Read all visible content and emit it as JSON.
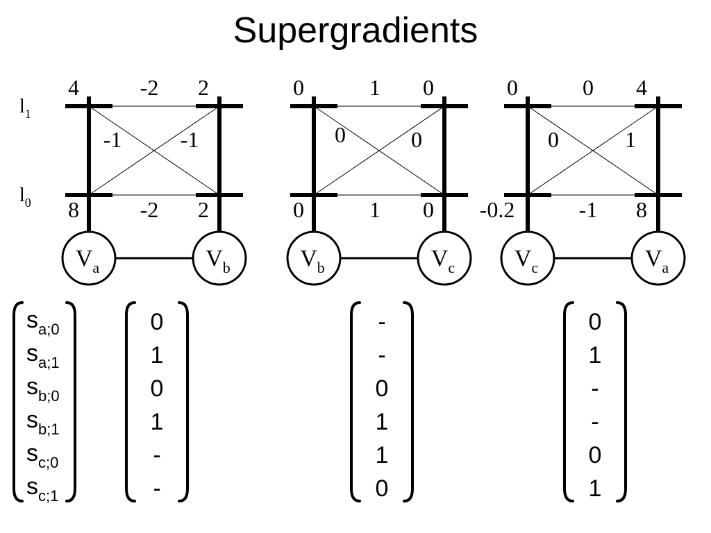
{
  "title": "Supergradients",
  "row_labels": {
    "top": {
      "base": "l",
      "sub": "1"
    },
    "bottom": {
      "base": "l",
      "sub": "0"
    }
  },
  "graphs": [
    {
      "nodes": [
        {
          "base": "V",
          "sub": "a"
        },
        {
          "base": "V",
          "sub": "b"
        }
      ],
      "top_left": "4",
      "top_mid": "-2",
      "top_right": "2",
      "cross_left": "-1",
      "cross_right": "-1",
      "bottom_left": "8",
      "bottom_mid": "-2",
      "bottom_right": "2"
    },
    {
      "nodes": [
        {
          "base": "V",
          "sub": "b"
        },
        {
          "base": "V",
          "sub": "c"
        }
      ],
      "top_left": "0",
      "top_mid": "1",
      "top_right": "0",
      "cross_left": "0",
      "cross_right": "0",
      "bottom_left": "0",
      "bottom_mid": "1",
      "bottom_right": "0"
    },
    {
      "nodes": [
        {
          "base": "V",
          "sub": "c"
        },
        {
          "base": "V",
          "sub": "a"
        }
      ],
      "top_left": "0",
      "top_mid": "0",
      "top_right": "4",
      "cross_left": "0",
      "cross_right": "1",
      "bottom_left": "-0.2",
      "bottom_mid": "-1",
      "bottom_right": "8"
    }
  ],
  "vector_labels": [
    {
      "base": "s",
      "sub": "a;0"
    },
    {
      "base": "s",
      "sub": "a;1"
    },
    {
      "base": "s",
      "sub": "b;0"
    },
    {
      "base": "s",
      "sub": "b;1"
    },
    {
      "base": "s",
      "sub": "c;0"
    },
    {
      "base": "s",
      "sub": "c;1"
    }
  ],
  "vectors": [
    [
      "0",
      "1",
      "0",
      "1",
      "-",
      "-"
    ],
    [
      "-",
      "-",
      "0",
      "1",
      "1",
      "0"
    ],
    [
      "0",
      "1",
      "-",
      "-",
      "0",
      "1"
    ]
  ]
}
